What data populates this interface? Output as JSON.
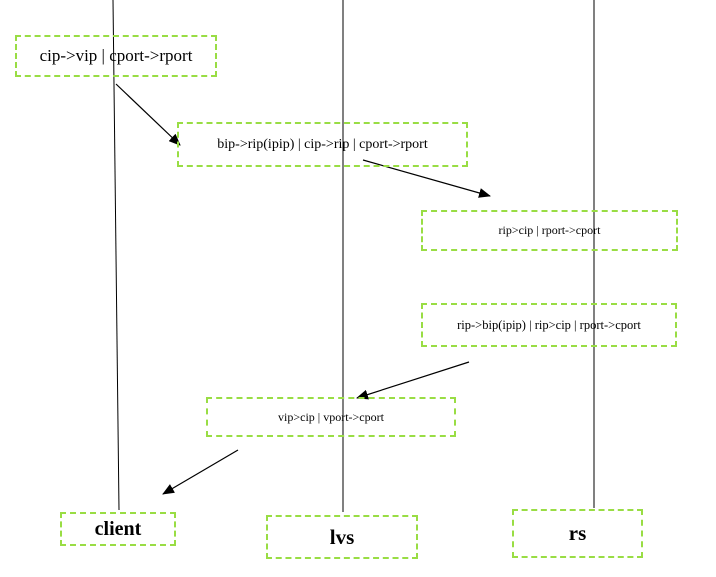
{
  "nodes": [
    {
      "id": "client",
      "label": "client"
    },
    {
      "id": "lvs",
      "label": "lvs"
    },
    {
      "id": "rs",
      "label": "rs"
    }
  ],
  "packets": [
    {
      "id": "p1",
      "label": "cip->vip | cport->rport",
      "from": "client",
      "to": "lvs"
    },
    {
      "id": "p2",
      "label": "bip->rip(ipip) | cip->rip | cport->rport",
      "from": "lvs",
      "to": "rs"
    },
    {
      "id": "p3",
      "label": "rip>cip | rport->cport"
    },
    {
      "id": "p4",
      "label": "rip->bip(ipip) | rip>cip | rport->cport",
      "from": "rs",
      "to": "lvs"
    },
    {
      "id": "p5",
      "label": "vip>cip | vport->cport",
      "from": "lvs",
      "to": "client"
    }
  ],
  "colors": {
    "box_border": "#99dd44",
    "line": "#000000"
  }
}
